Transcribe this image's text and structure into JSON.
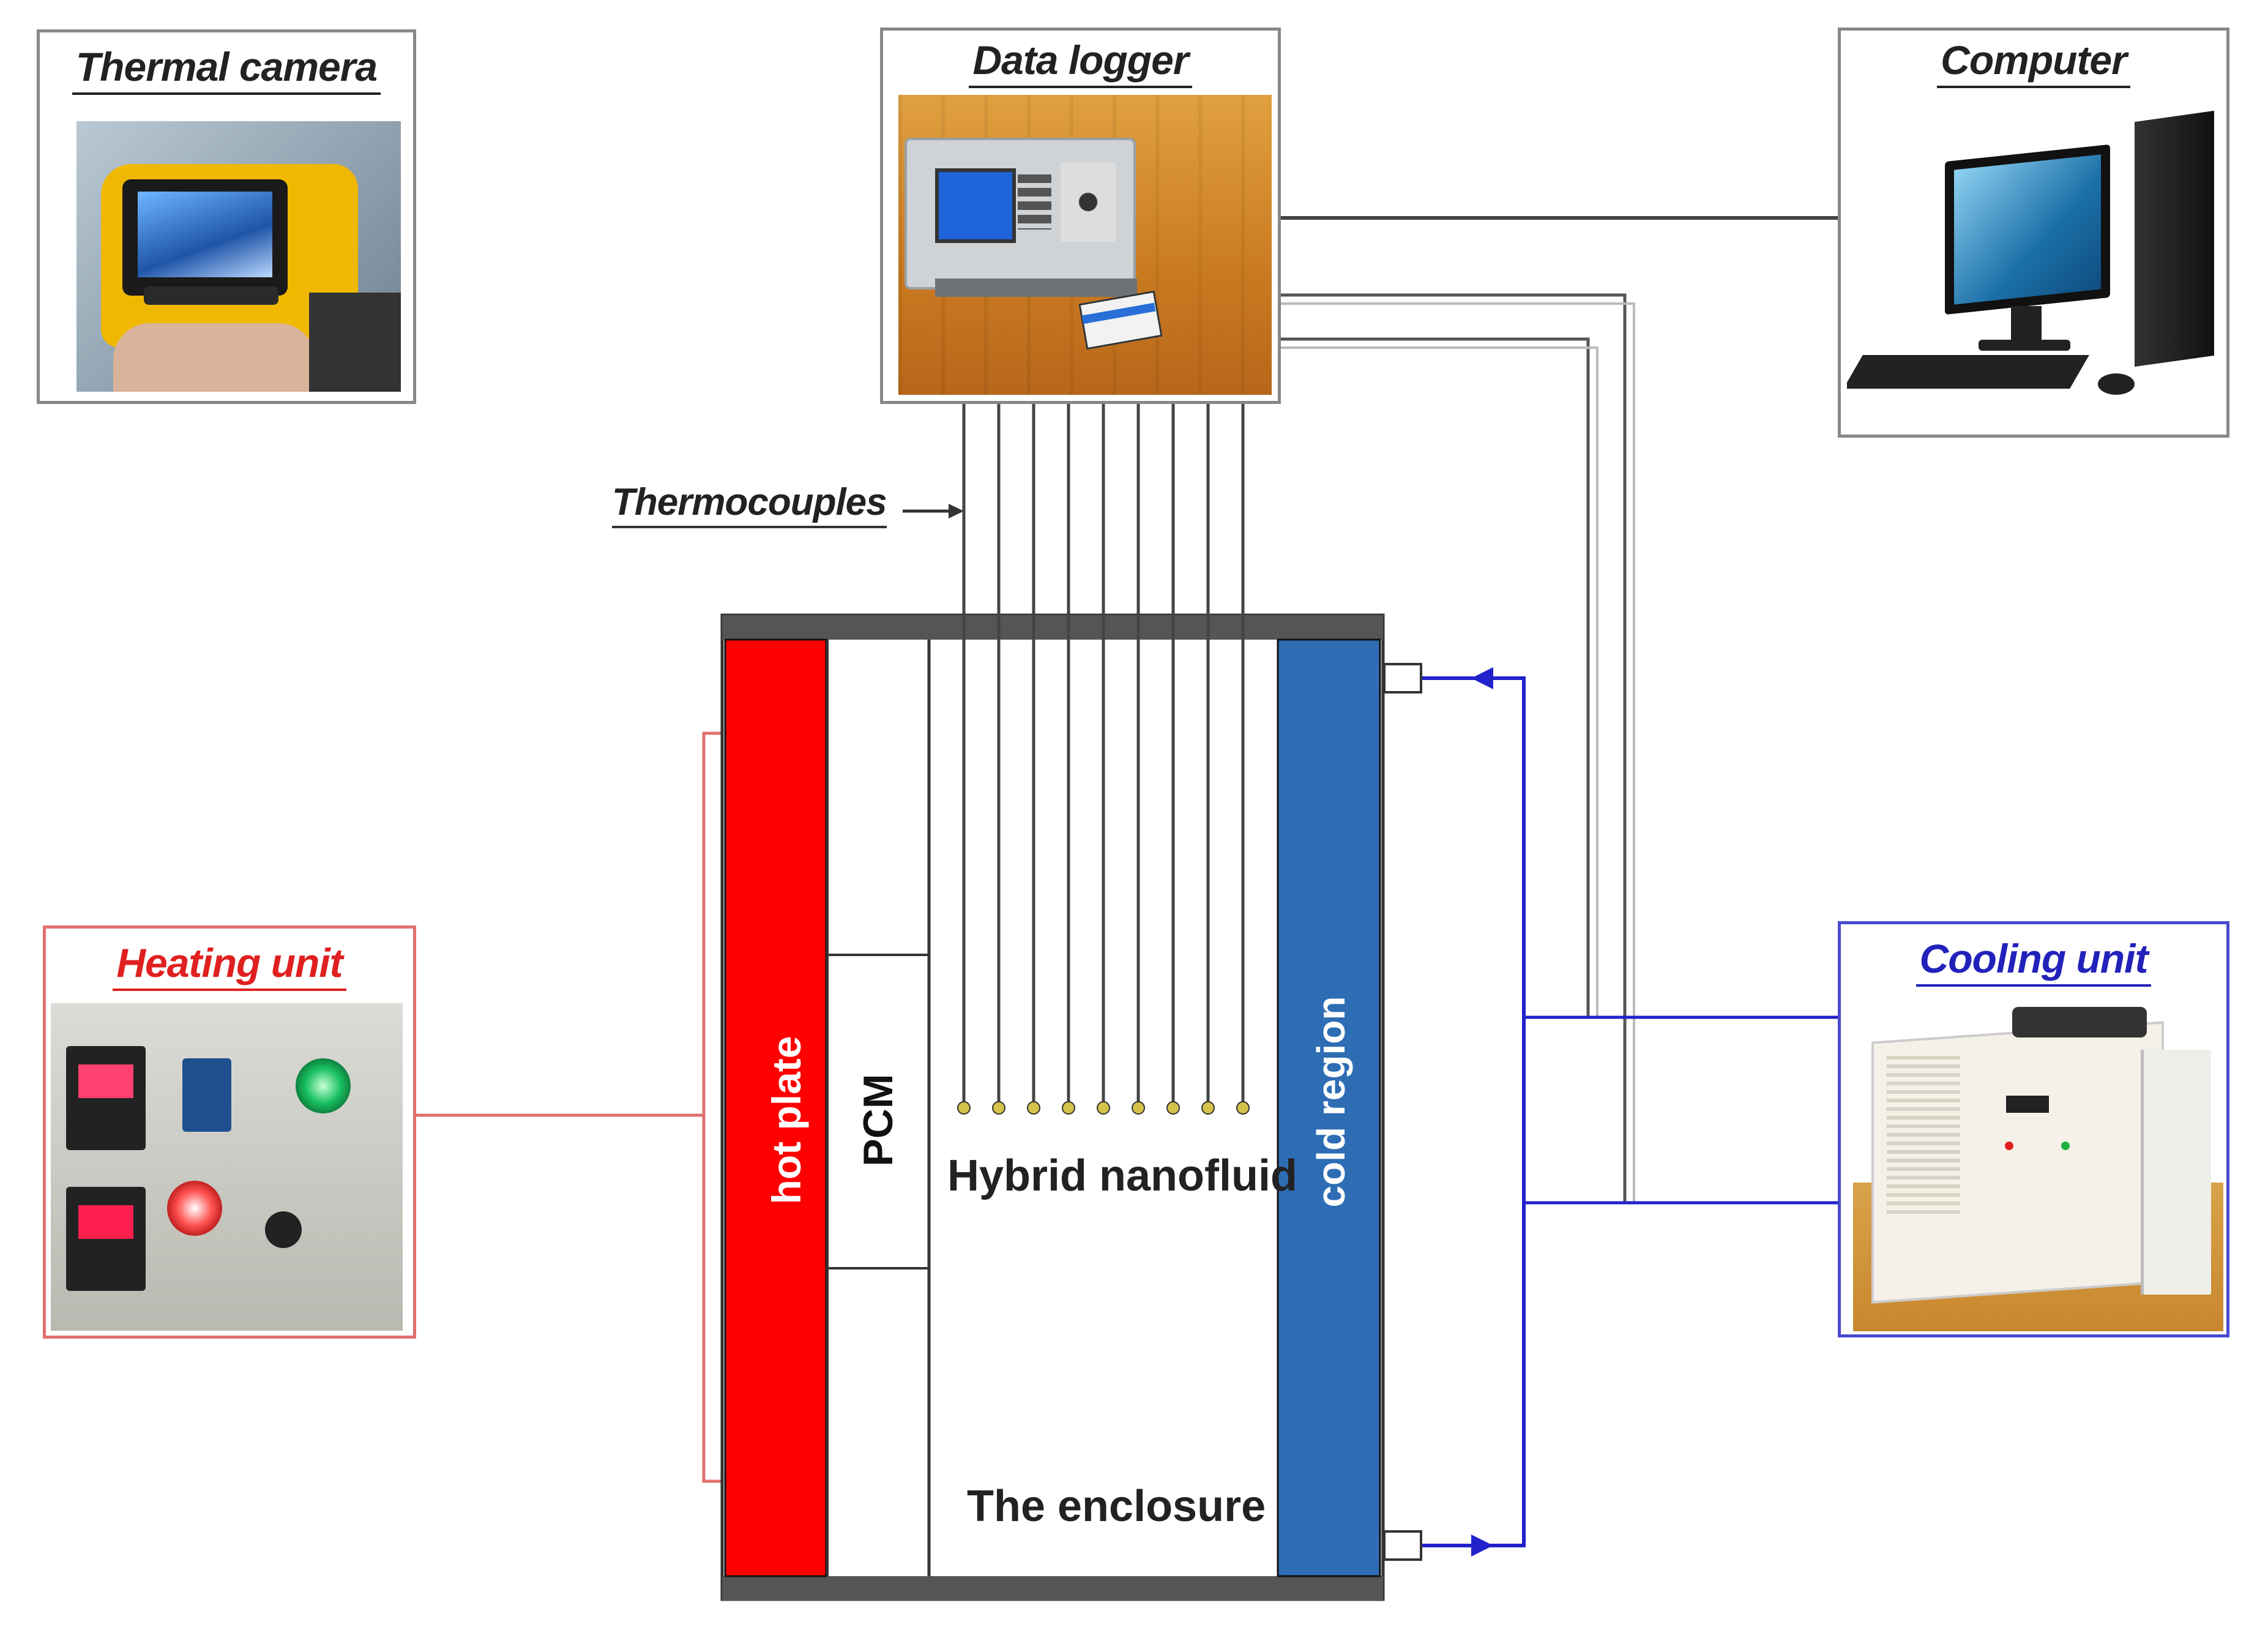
{
  "devices": {
    "thermal_camera": {
      "title": "Thermal camera"
    },
    "data_logger": {
      "title": "Data logger"
    },
    "computer": {
      "title": "Computer"
    },
    "heating_unit": {
      "title": "Heating unit"
    },
    "cooling_unit": {
      "title": "Cooling unit"
    }
  },
  "labels": {
    "thermocouples": "Thermocouples",
    "hot_plate": "hot plate",
    "pcm": "PCM",
    "cold_region": "cold region",
    "hybrid_nanofluid": "Hybrid nanofluid",
    "enclosure": "The enclosure"
  },
  "colors": {
    "hot": "#ff0000",
    "cold": "#2e6db4",
    "heating_frame": "#e07070",
    "cooling_frame": "#4a4ad0",
    "frame_grey": "#888888",
    "wire": "#444444",
    "coolant_line": "#2222cc",
    "sensor_dot": "#d4c24a"
  },
  "icons": [
    "thermal-camera-photo",
    "data-logger-photo",
    "computer-photo",
    "heating-panel-photo",
    "chiller-photo"
  ]
}
